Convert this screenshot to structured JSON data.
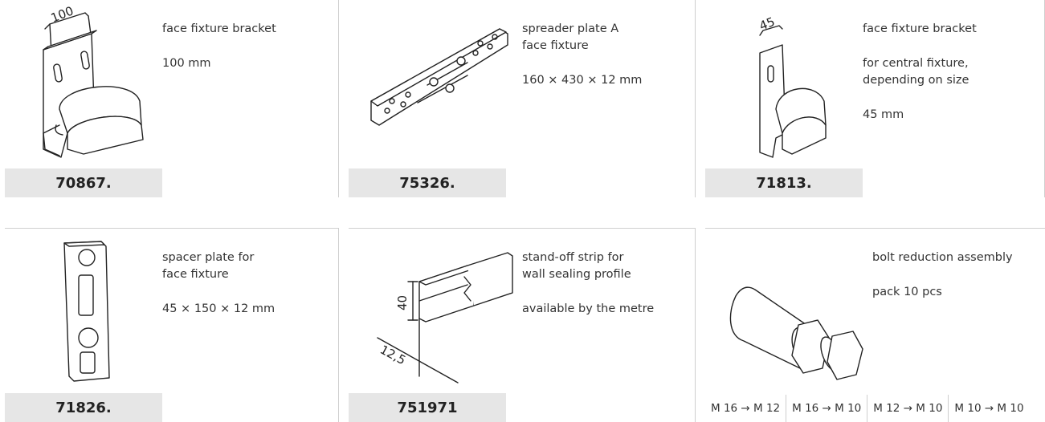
{
  "products": [
    {
      "code": "70867.",
      "name": "face fixture bracket",
      "lines": [
        "100 mm"
      ],
      "dimension": "100",
      "icon": "face-fixture-bracket-100-drawing"
    },
    {
      "code": "75326.",
      "name": "spreader plate A\nface fixture",
      "lines": [
        "160 × 430 × 12 mm"
      ],
      "icon": "spreader-plate-drawing"
    },
    {
      "code": "71813.",
      "name": "face fixture bracket",
      "lines": [
        "for central fixture,\ndepending on size",
        "45 mm"
      ],
      "dimension": "45",
      "icon": "face-fixture-bracket-45-drawing"
    },
    {
      "code": "71826.",
      "name": "spacer plate for\nface fixture",
      "lines": [
        "45 × 150 × 12 mm"
      ],
      "icon": "spacer-plate-drawing"
    },
    {
      "code": "751971",
      "name": "stand-off strip for\nwall sealing profile",
      "lines": [
        "available by the metre"
      ],
      "dimensions": [
        "40",
        "12,5"
      ],
      "icon": "stand-off-strip-drawing"
    },
    {
      "name": "bolt reduction assembly",
      "lines": [
        "pack 10 pcs"
      ],
      "icon": "bolt-reduction-drawing",
      "variants": [
        "M 16 → M 12",
        "M 16 → M 10",
        "M 12 → M 10",
        "M 10 → M 10"
      ]
    }
  ]
}
